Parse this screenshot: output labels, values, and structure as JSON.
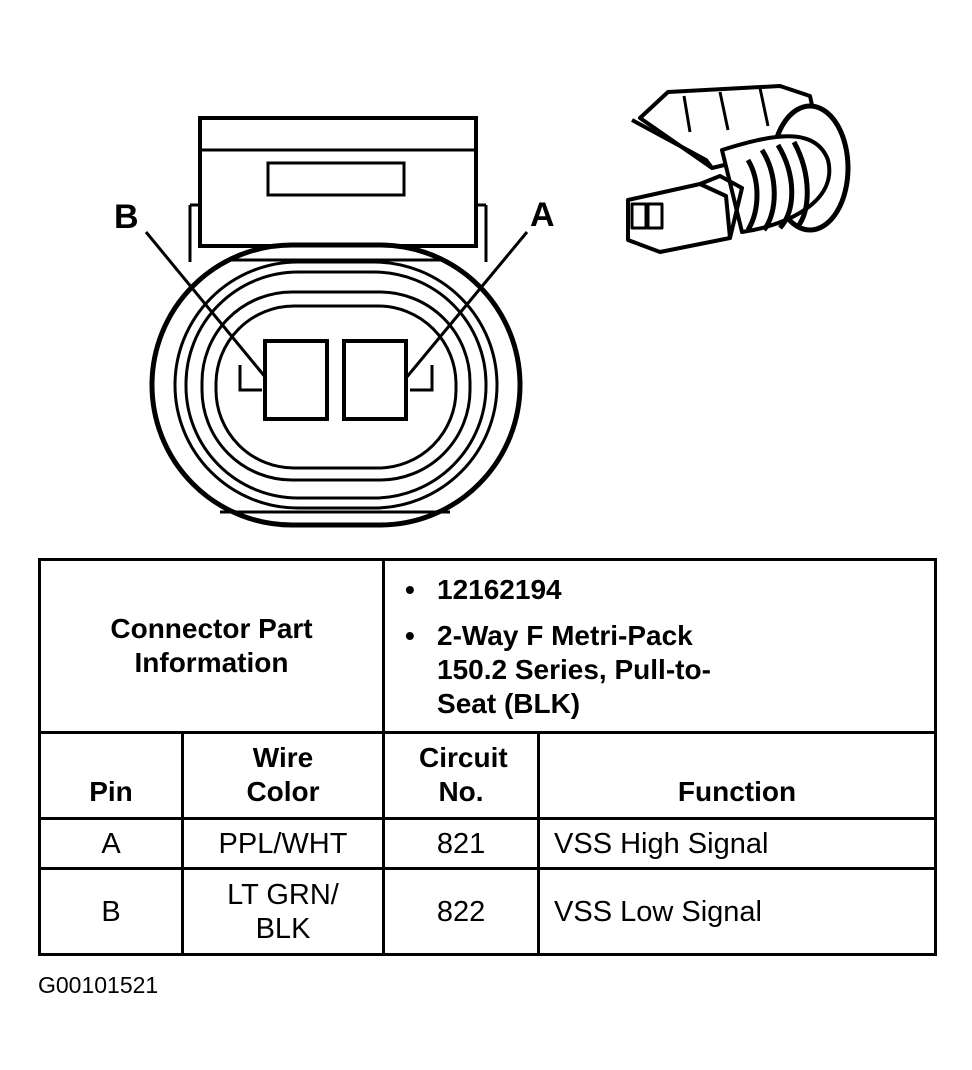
{
  "connector_view": {
    "pin_labels": {
      "b": "B",
      "a": "A"
    }
  },
  "table": {
    "part_info_label": "Connector Part Information",
    "part_info_items": [
      "12162194",
      "2-Way F Metri-Pack 150.2 Series, Pull-to-Seat (BLK)"
    ],
    "headers": {
      "pin": "Pin",
      "wire_color": "Wire Color",
      "circuit_no": "Circuit No.",
      "function": "Function"
    },
    "rows": [
      {
        "pin": "A",
        "wire_color": "PPL/WHT",
        "circuit_no": "821",
        "function": "VSS High Signal"
      },
      {
        "pin": "B",
        "wire_color": "LT GRN/ BLK",
        "circuit_no": "822",
        "function": "VSS Low Signal"
      }
    ]
  },
  "figure_code": "G00101521"
}
